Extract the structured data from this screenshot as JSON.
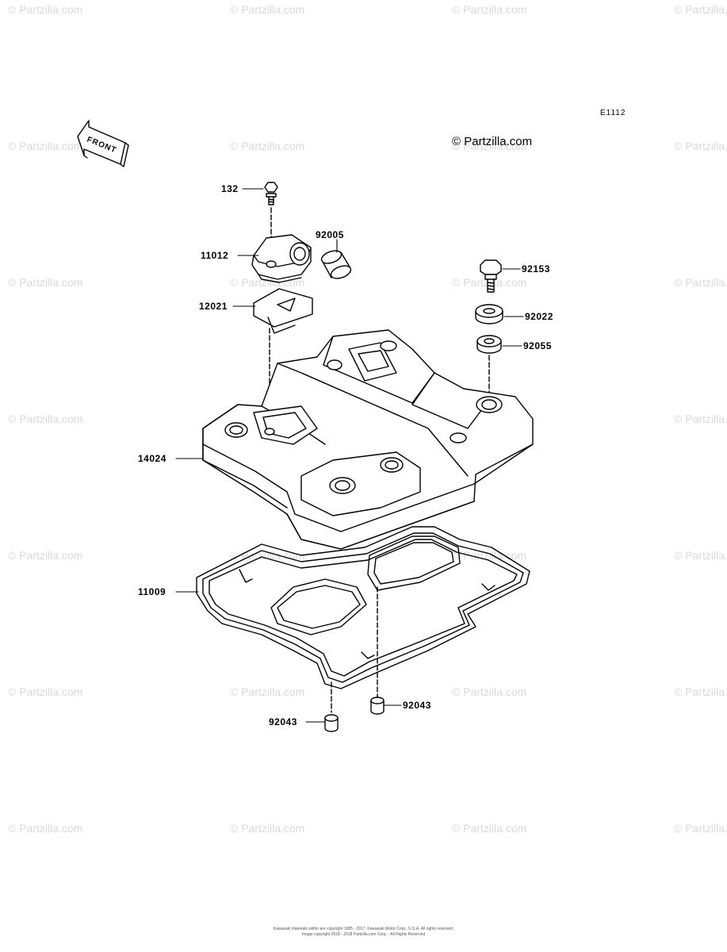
{
  "diagram": {
    "code": "E1112",
    "front_label": "FRONT",
    "watermark": "© Partzilla.com",
    "brand": "© Partzilla.com",
    "footer_line1": "Kawasaki materials within are copyright 1985 - 2017, Kawasaki Motor Corp., U.S.A. All rights reserved.",
    "footer_line2": "Image copyright 2018 - 2018 Partzilla.com Corp. - All Rights Reserved"
  },
  "callouts": [
    {
      "id": "132",
      "text": "132"
    },
    {
      "id": "92005",
      "text": "92005"
    },
    {
      "id": "11012",
      "text": "11012"
    },
    {
      "id": "92153",
      "text": "92153"
    },
    {
      "id": "12021",
      "text": "12021"
    },
    {
      "id": "92022",
      "text": "92022"
    },
    {
      "id": "92055",
      "text": "92055"
    },
    {
      "id": "14024",
      "text": "14024"
    },
    {
      "id": "11009",
      "text": "11009"
    },
    {
      "id": "92043a",
      "text": "92043"
    },
    {
      "id": "92043b",
      "text": "92043"
    }
  ]
}
